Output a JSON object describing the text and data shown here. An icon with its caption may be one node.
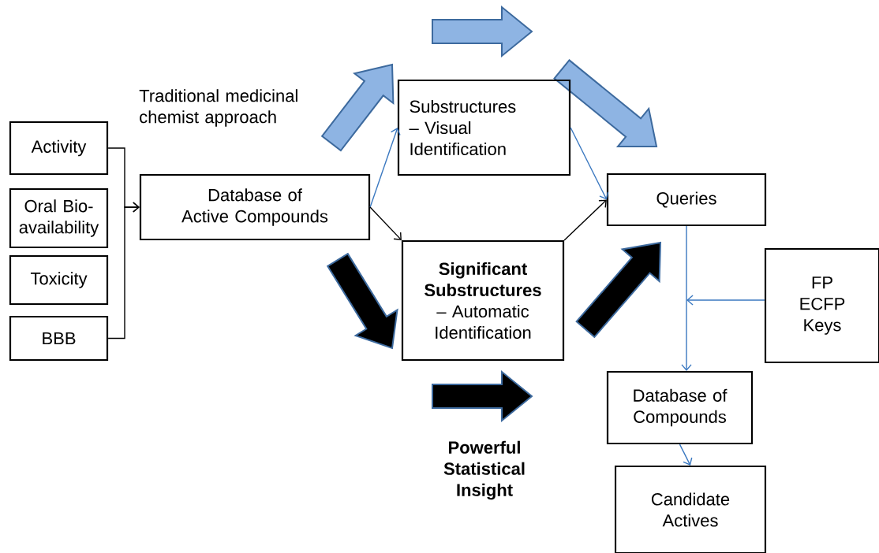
{
  "diagram": {
    "nodes": [
      {
        "text": [
          "Activity"
        ]
      },
      {
        "text": [
          "Oral Bio-availability"
        ]
      },
      {
        "text": [
          "Toxicity"
        ]
      },
      {
        "text": [
          "BBB"
        ]
      },
      {
        "text": [
          "Database of Active Compounds"
        ]
      },
      {
        "text": [
          "Substructures – Visual Identification"
        ]
      },
      {
        "text": [
          "Significant Substructures",
          "– Automatic Identification"
        ]
      },
      {
        "text": [
          "Queries"
        ]
      },
      {
        "text": [
          "FP ECFP Keys"
        ]
      },
      {
        "text": [
          "Database of Compounds"
        ]
      },
      {
        "text": [
          "Candidate Actives"
        ]
      }
    ],
    "edges": [
      {
        "from": 0,
        "to": 4,
        "arrow": "to",
        "color": "#000000"
      },
      {
        "from": 3,
        "to": 4,
        "arrow": "to",
        "color": "#000000"
      },
      {
        "from": 4,
        "to": 5,
        "arrow": "to"
      },
      {
        "from": 4,
        "to": 6,
        "arrow": "to",
        "color": "#000000"
      },
      {
        "from": 5,
        "to": 7,
        "arrow": "to"
      },
      {
        "from": 6,
        "to": 7,
        "arrow": "to",
        "color": "#000000"
      },
      {
        "from": 7,
        "to": 9,
        "arrow": "to"
      },
      {
        "from": 8,
        "to": null,
        "arrow": "to"
      },
      {
        "from": 9,
        "to": 10,
        "arrow": "to"
      }
    ],
    "labels": [
      "Traditional medicinal chemist approach",
      "Powerful Statistical Insight"
    ]
  }
}
